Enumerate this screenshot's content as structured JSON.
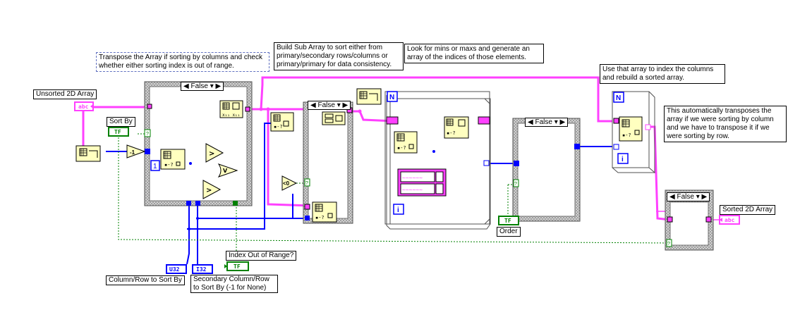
{
  "notes": {
    "transpose": "Transpose the Array if sorting by columns and check whether either sorting index is out of range.",
    "build_sub": "Build Sub Array to sort either from primary/secondary rows/columns or primary/primary for data consistency.",
    "look_for": "Look for mins or maxs and generate an array of the indices of those elements.",
    "use_array": "Use that array to index the columns and rebuild a sorted array.",
    "auto_transpose": "This automatically transposes the array if we were sorting by column and we have to transpose it if we were sorting by row."
  },
  "labels": {
    "unsorted": "Unsorted 2D Array",
    "sort_by": "Sort By",
    "index_out_of_range": "Index Out of Range?",
    "column_row": "Column/Row to Sort By",
    "secondary": "Secondary Column/Row to Sort By (-1 for None)",
    "order": "Order",
    "sorted": "Sorted 2D Array"
  },
  "case_selectors": {
    "case1": "False",
    "case2": "False",
    "case3": "False",
    "case4": "False"
  },
  "terminals": {
    "abc": "abc",
    "tf": "TF",
    "u32": "U32",
    "i32": "I32",
    "minus_one": "-1",
    "lt_zero": "<0",
    "n": "N",
    "i": "i",
    "one": "1"
  },
  "colors": {
    "pink_wire": "#ff40ff",
    "blue_wire": "#0000ff",
    "green_wire": "#008000",
    "orange_wire": "#ff8000",
    "frame": "#7f7f7f",
    "terminal_fill": "#ffffc0",
    "selector_fill": "#ff40ff"
  }
}
